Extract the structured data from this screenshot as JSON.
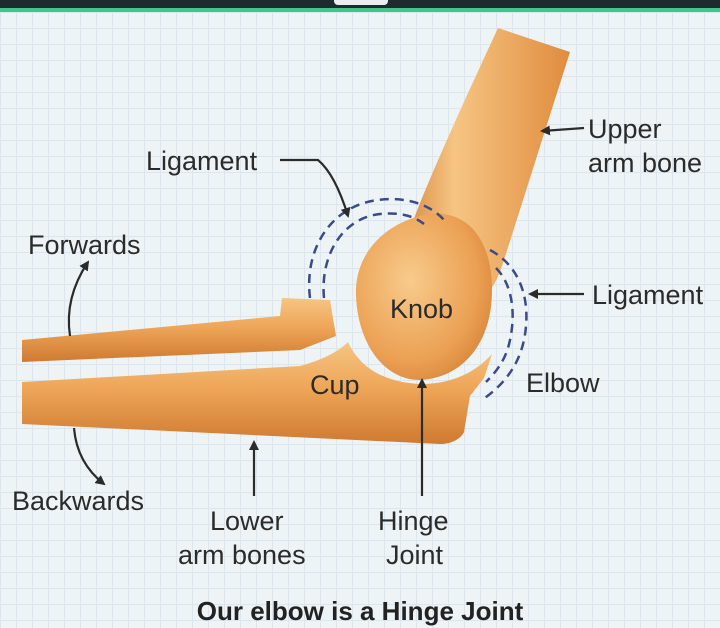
{
  "labels": {
    "ligament_top": "Ligament",
    "upper_arm_line1": "Upper",
    "upper_arm_line2": "arm bone",
    "forwards": "Forwards",
    "ligament_right": "Ligament",
    "knob": "Knob",
    "cup": "Cup",
    "elbow": "Elbow",
    "backwards": "Backwards",
    "lower_arm_line1": "Lower",
    "lower_arm_line2": "arm bones",
    "hinge_line1": "Hinge",
    "hinge_line2": "Joint"
  },
  "caption": "Our elbow is a Hinge Joint",
  "colors": {
    "bone": "#e89a4a",
    "bone_light": "#f4be78",
    "bone_dark": "#c9732b",
    "ligament": "#3a4a8c",
    "arrow": "#2b2b2b"
  }
}
